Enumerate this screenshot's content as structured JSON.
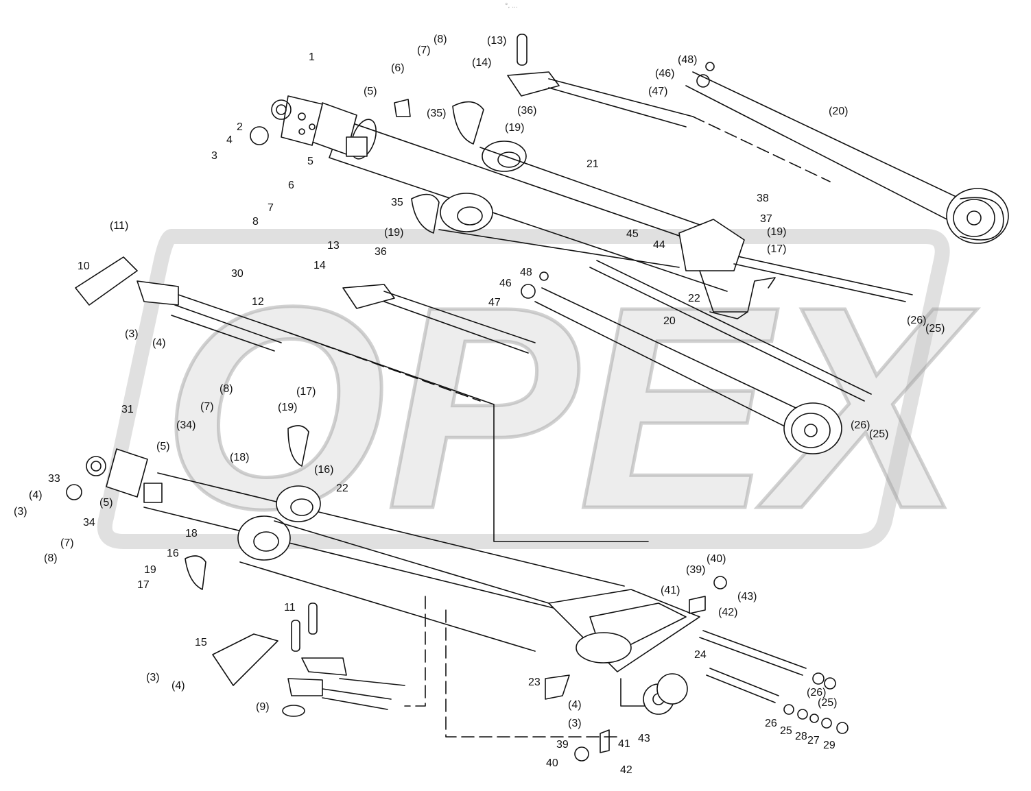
{
  "header": {
    "mark": "°, ..."
  },
  "watermark": {
    "text": "OPEX",
    "color": "#bdbdbd"
  },
  "colors": {
    "line": "#111111",
    "background": "#ffffff",
    "watermark": "#bdbdbd"
  },
  "callouts": [
    "1",
    "(8)",
    "(7)",
    "(6)",
    "(5)",
    "(13)",
    "(14)",
    "(48)",
    "(46)",
    "(47)",
    "(35)",
    "(36)",
    "(19)",
    "(20)",
    "2",
    "4",
    "3",
    "5",
    "6",
    "21",
    "7",
    "8",
    "35",
    "(19)",
    "38",
    "37",
    "(19)",
    "45",
    "44",
    "(17)",
    "(11)",
    "10",
    "13",
    "14",
    "36",
    "48",
    "46",
    "47",
    "30",
    "12",
    "22",
    "(3)",
    "(4)",
    "(26)",
    "(25)",
    "20",
    "31",
    "(8)",
    "(7)",
    "(34)",
    "(17)",
    "(19)",
    "(5)",
    "(18)",
    "(16)",
    "33",
    "(4)",
    "(3)",
    "(5)",
    "22",
    "34",
    "(7)",
    "(8)",
    "18",
    "16",
    "19",
    "17",
    "(26)",
    "(25)",
    "(40)",
    "(39)",
    "(41)",
    "(43)",
    "(42)",
    "11",
    "15",
    "24",
    "(3)",
    "(4)",
    "23",
    "(4)",
    "(3)",
    "(9)",
    "(26)",
    "(25)",
    "26",
    "25",
    "28",
    "27",
    "29",
    "39",
    "41",
    "43",
    "40",
    "42"
  ]
}
